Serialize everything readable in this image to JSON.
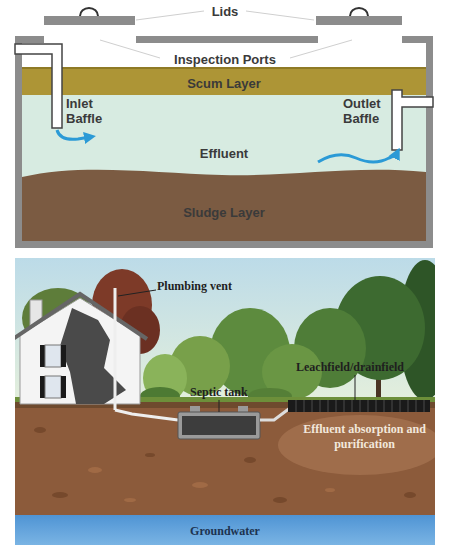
{
  "diagram": {
    "nodes": [
      {
        "text": [
          "Scum Layer"
        ]
      },
      {
        "text": [
          "Effluent"
        ]
      },
      {
        "text": [
          "Sludge Layer"
        ]
      },
      {
        "text": [
          "Groundwater"
        ]
      }
    ],
    "labels": [
      "Lids",
      "Inspection Ports",
      "Inlet Baffle",
      "Outlet Baffle",
      "Plumbing vent",
      "Septic tank",
      "Leachfield/drainfield",
      "Effluent absorption and purification"
    ]
  }
}
